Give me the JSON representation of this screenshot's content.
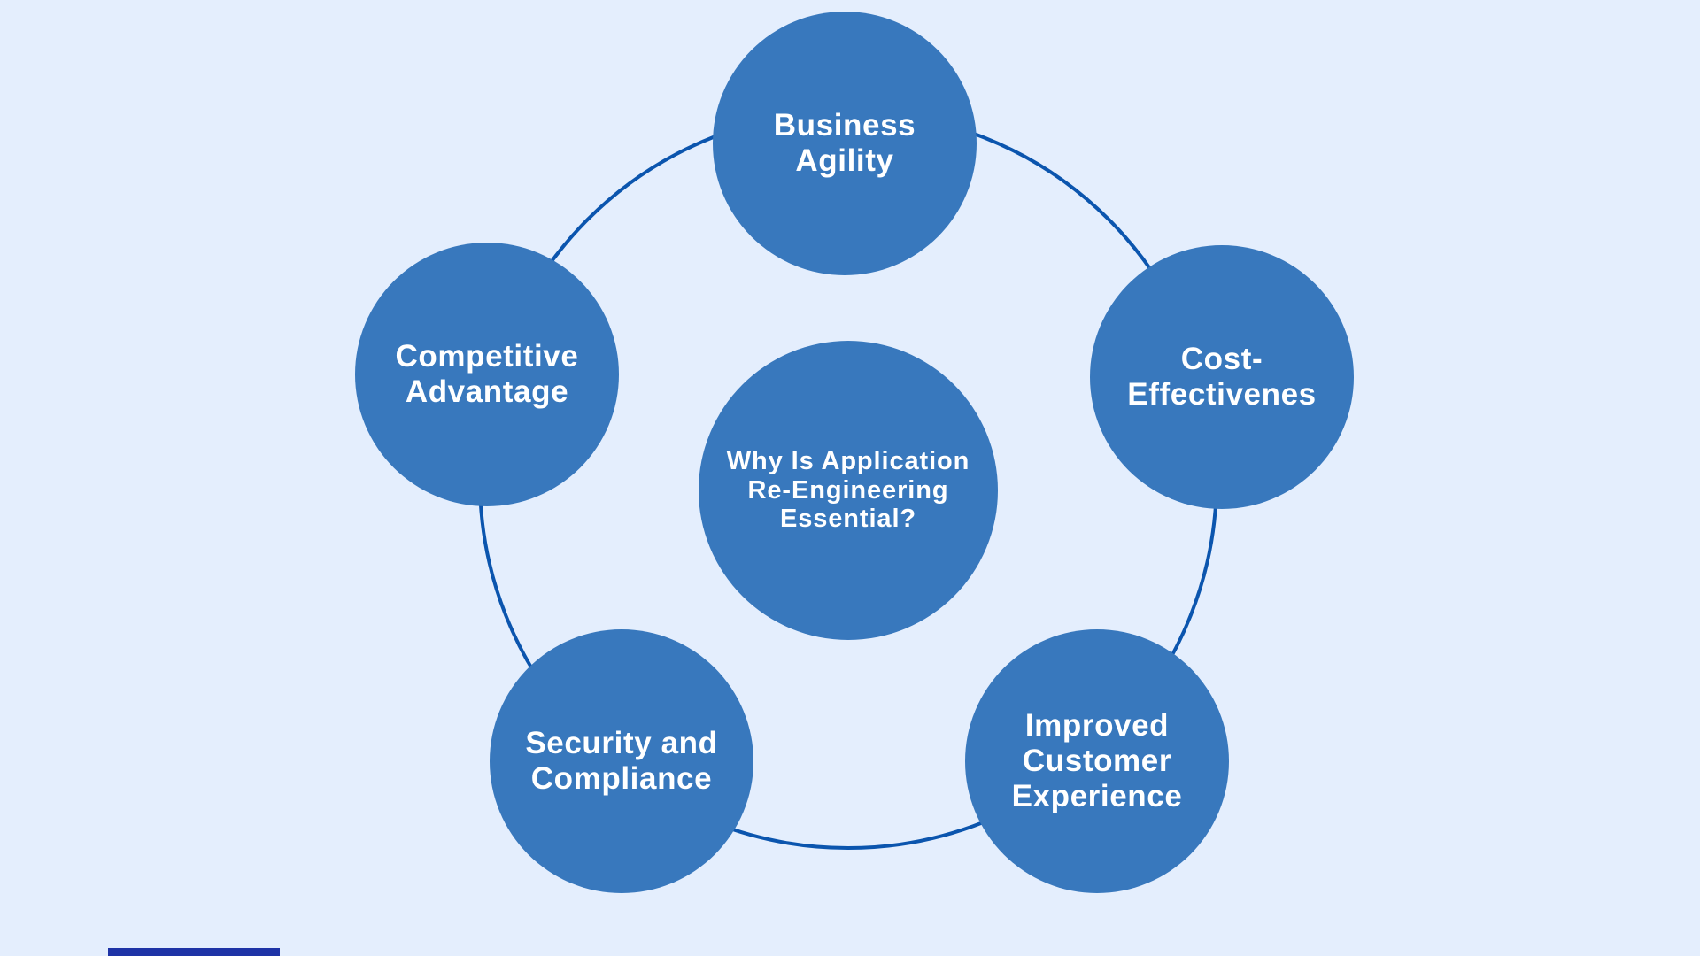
{
  "diagram": {
    "center_label": "Why Is Application\nRe-Engineering\nEssential?",
    "nodes": [
      {
        "id": "business-agility",
        "label": "Business\nAgility"
      },
      {
        "id": "competitive-advantage",
        "label": "Competitive\nAdvantage"
      },
      {
        "id": "cost-effectivenes",
        "label": "Cost-\nEffectivenes"
      },
      {
        "id": "security-and-compliance",
        "label": "Security and\nCompliance"
      },
      {
        "id": "improved-customer-experience",
        "label": "Improved\nCustomer\nExperience"
      }
    ],
    "colors": {
      "background": "#e4eefd",
      "node_fill": "#3878bd",
      "ring_stroke": "#0b55ae",
      "label_text": "#ffffff",
      "bottom_artifact": "#1e33a6"
    }
  }
}
